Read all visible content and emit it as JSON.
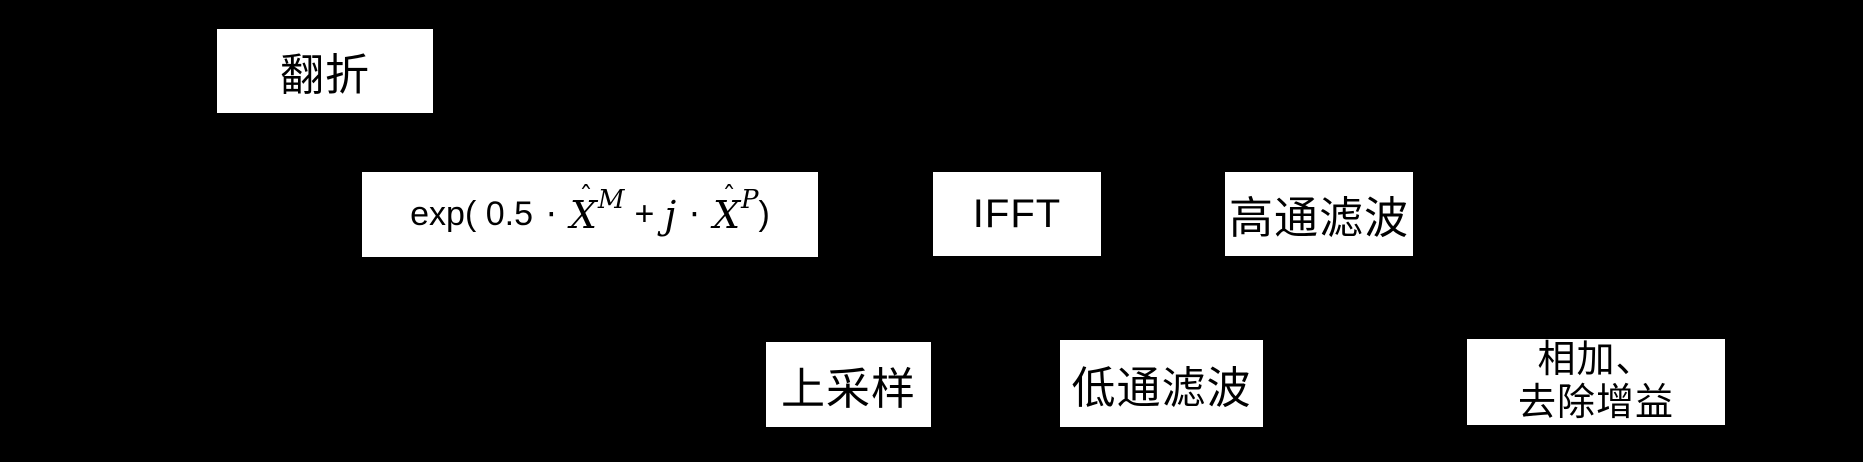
{
  "diagram": {
    "colors": {
      "background": "#000000",
      "box_fill": "#ffffff",
      "text": "#000000"
    },
    "boxes": {
      "flip": {
        "label": "翻折"
      },
      "ifft": {
        "label": "IFFT"
      },
      "highpass": {
        "label": "高通滤波"
      },
      "upsample": {
        "label": "上采样"
      },
      "lowpass": {
        "label": "低通滤波"
      },
      "add_remove_gain": {
        "line1": "相加、",
        "line2": "去除增益"
      },
      "exp_formula": {
        "prefix": "exp( 0.5",
        "dot1": "⋅",
        "x1": "X",
        "hat1": "ˆ",
        "sup1": "M",
        "plus": "+",
        "j": "j",
        "dot2": "⋅",
        "x2": "X",
        "hat2": "ˆ",
        "sup2": "P",
        "close": ")"
      }
    }
  }
}
